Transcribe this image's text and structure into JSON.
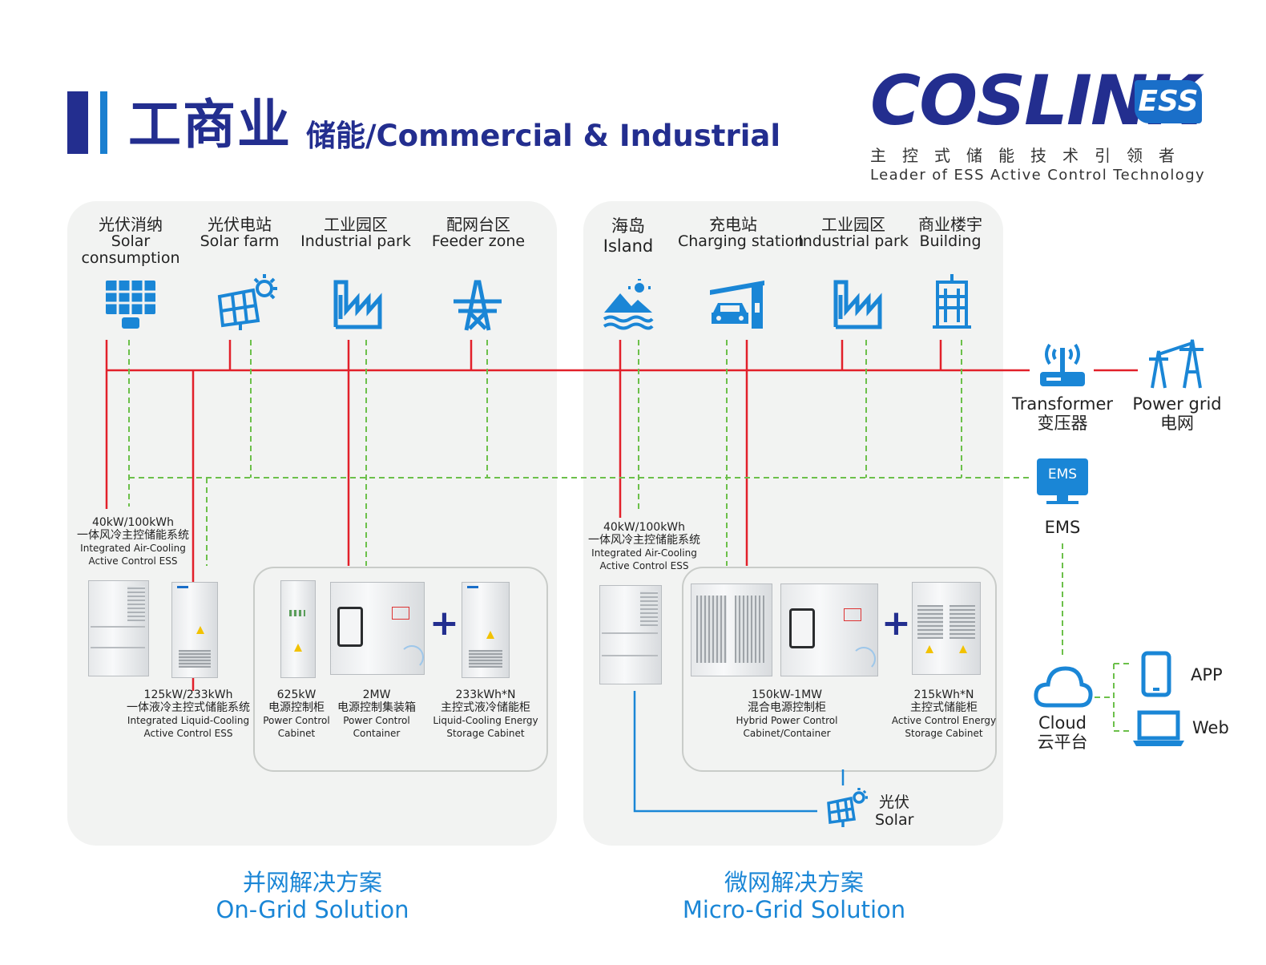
{
  "header": {
    "title_big": "工商业",
    "title_small": "储能/Commercial & Industrial",
    "logo_text": "COSLINK",
    "logo_badge": "ESS",
    "slogan_cn": "主控式储能技术引领者",
    "slogan_en": "Leader of ESS Active Control Technology"
  },
  "colors": {
    "brand_navy": "#232e8f",
    "accent_blue": "#1a86d6",
    "power_line_red": "#e2202a",
    "data_line_green": "#6cc04a",
    "panel_bg": "#f2f3f2"
  },
  "ongrid_scenarios": [
    {
      "cn": "光伏消纳",
      "en": "Solar",
      "en2": "consumption",
      "icon": "solar-panel-icon"
    },
    {
      "cn": "光伏电站",
      "en": "Solar farm",
      "en2": "",
      "icon": "solar-farm-icon"
    },
    {
      "cn": "工业园区",
      "en": "Industrial park",
      "en2": "",
      "icon": "factory-icon"
    },
    {
      "cn": "配网台区",
      "en": "Feeder zone",
      "en2": "",
      "icon": "power-tower-icon"
    }
  ],
  "microgrid_scenarios": [
    {
      "cn": "海岛",
      "en": "Island",
      "icon": "island-icon"
    },
    {
      "cn": "充电站",
      "en": "Charging station",
      "icon": "charging-station-icon"
    },
    {
      "cn": "工业园区",
      "en": "Industrial park",
      "icon": "factory-icon"
    },
    {
      "cn": "商业楼宇",
      "en": "Building",
      "icon": "building-icon"
    }
  ],
  "grid_side": {
    "transformer_en": "Transformer",
    "transformer_cn": "变压器",
    "power_grid_en": "Power grid",
    "power_grid_cn": "电网",
    "ems_screen": "EMS",
    "ems_label": "EMS",
    "cloud_en": "Cloud",
    "cloud_cn": "云平台",
    "app": "APP",
    "web": "Web"
  },
  "ongrid_products": {
    "air_cooling": {
      "spec": "40kW/100kWh",
      "cn": "一体风冷主控储能系统",
      "en1": "Integrated Air-Cooling",
      "en2": "Active Control ESS"
    },
    "liquid_cooling": {
      "spec": "125kW/233kWh",
      "cn": "一体液冷主控式储能系统",
      "en1": "Integrated Liquid-Cooling",
      "en2": "Active Control ESS"
    },
    "pcc_cabinet": {
      "spec": "625kW",
      "cn": "电源控制柜",
      "en1": "Power Control",
      "en2": "Cabinet"
    },
    "pcc_container": {
      "spec": "2MW",
      "cn": "电源控制集装箱",
      "en1": "Power Control",
      "en2": "Container"
    },
    "liquid_cabinet": {
      "spec": "233kWh*N",
      "cn": "主控式液冷储能柜",
      "en1": "Liquid-Cooling Energy",
      "en2": "Storage Cabinet"
    }
  },
  "microgrid_products": {
    "air_cooling": {
      "spec": "40kW/100kWh",
      "cn": "一体风冷主控储能系统",
      "en1": "Integrated Air-Cooling",
      "en2": "Active Control ESS"
    },
    "hybrid": {
      "spec": "150kW-1MW",
      "cn": "混合电源控制柜",
      "en1": "Hybrid Power Control",
      "en2": "Cabinet/Container"
    },
    "storage_cabinet": {
      "spec": "215kWh*N",
      "cn": "主控式储能柜",
      "en1": "Active Control Energy",
      "en2": "Storage Cabinet"
    },
    "solar_cn": "光伏",
    "solar_en": "Solar"
  },
  "plus_sign": "+",
  "footer": {
    "ongrid_cn": "并网解决方案",
    "ongrid_en": "On-Grid Solution",
    "microgrid_cn": "微网解决方案",
    "microgrid_en": "Micro-Grid Solution"
  }
}
